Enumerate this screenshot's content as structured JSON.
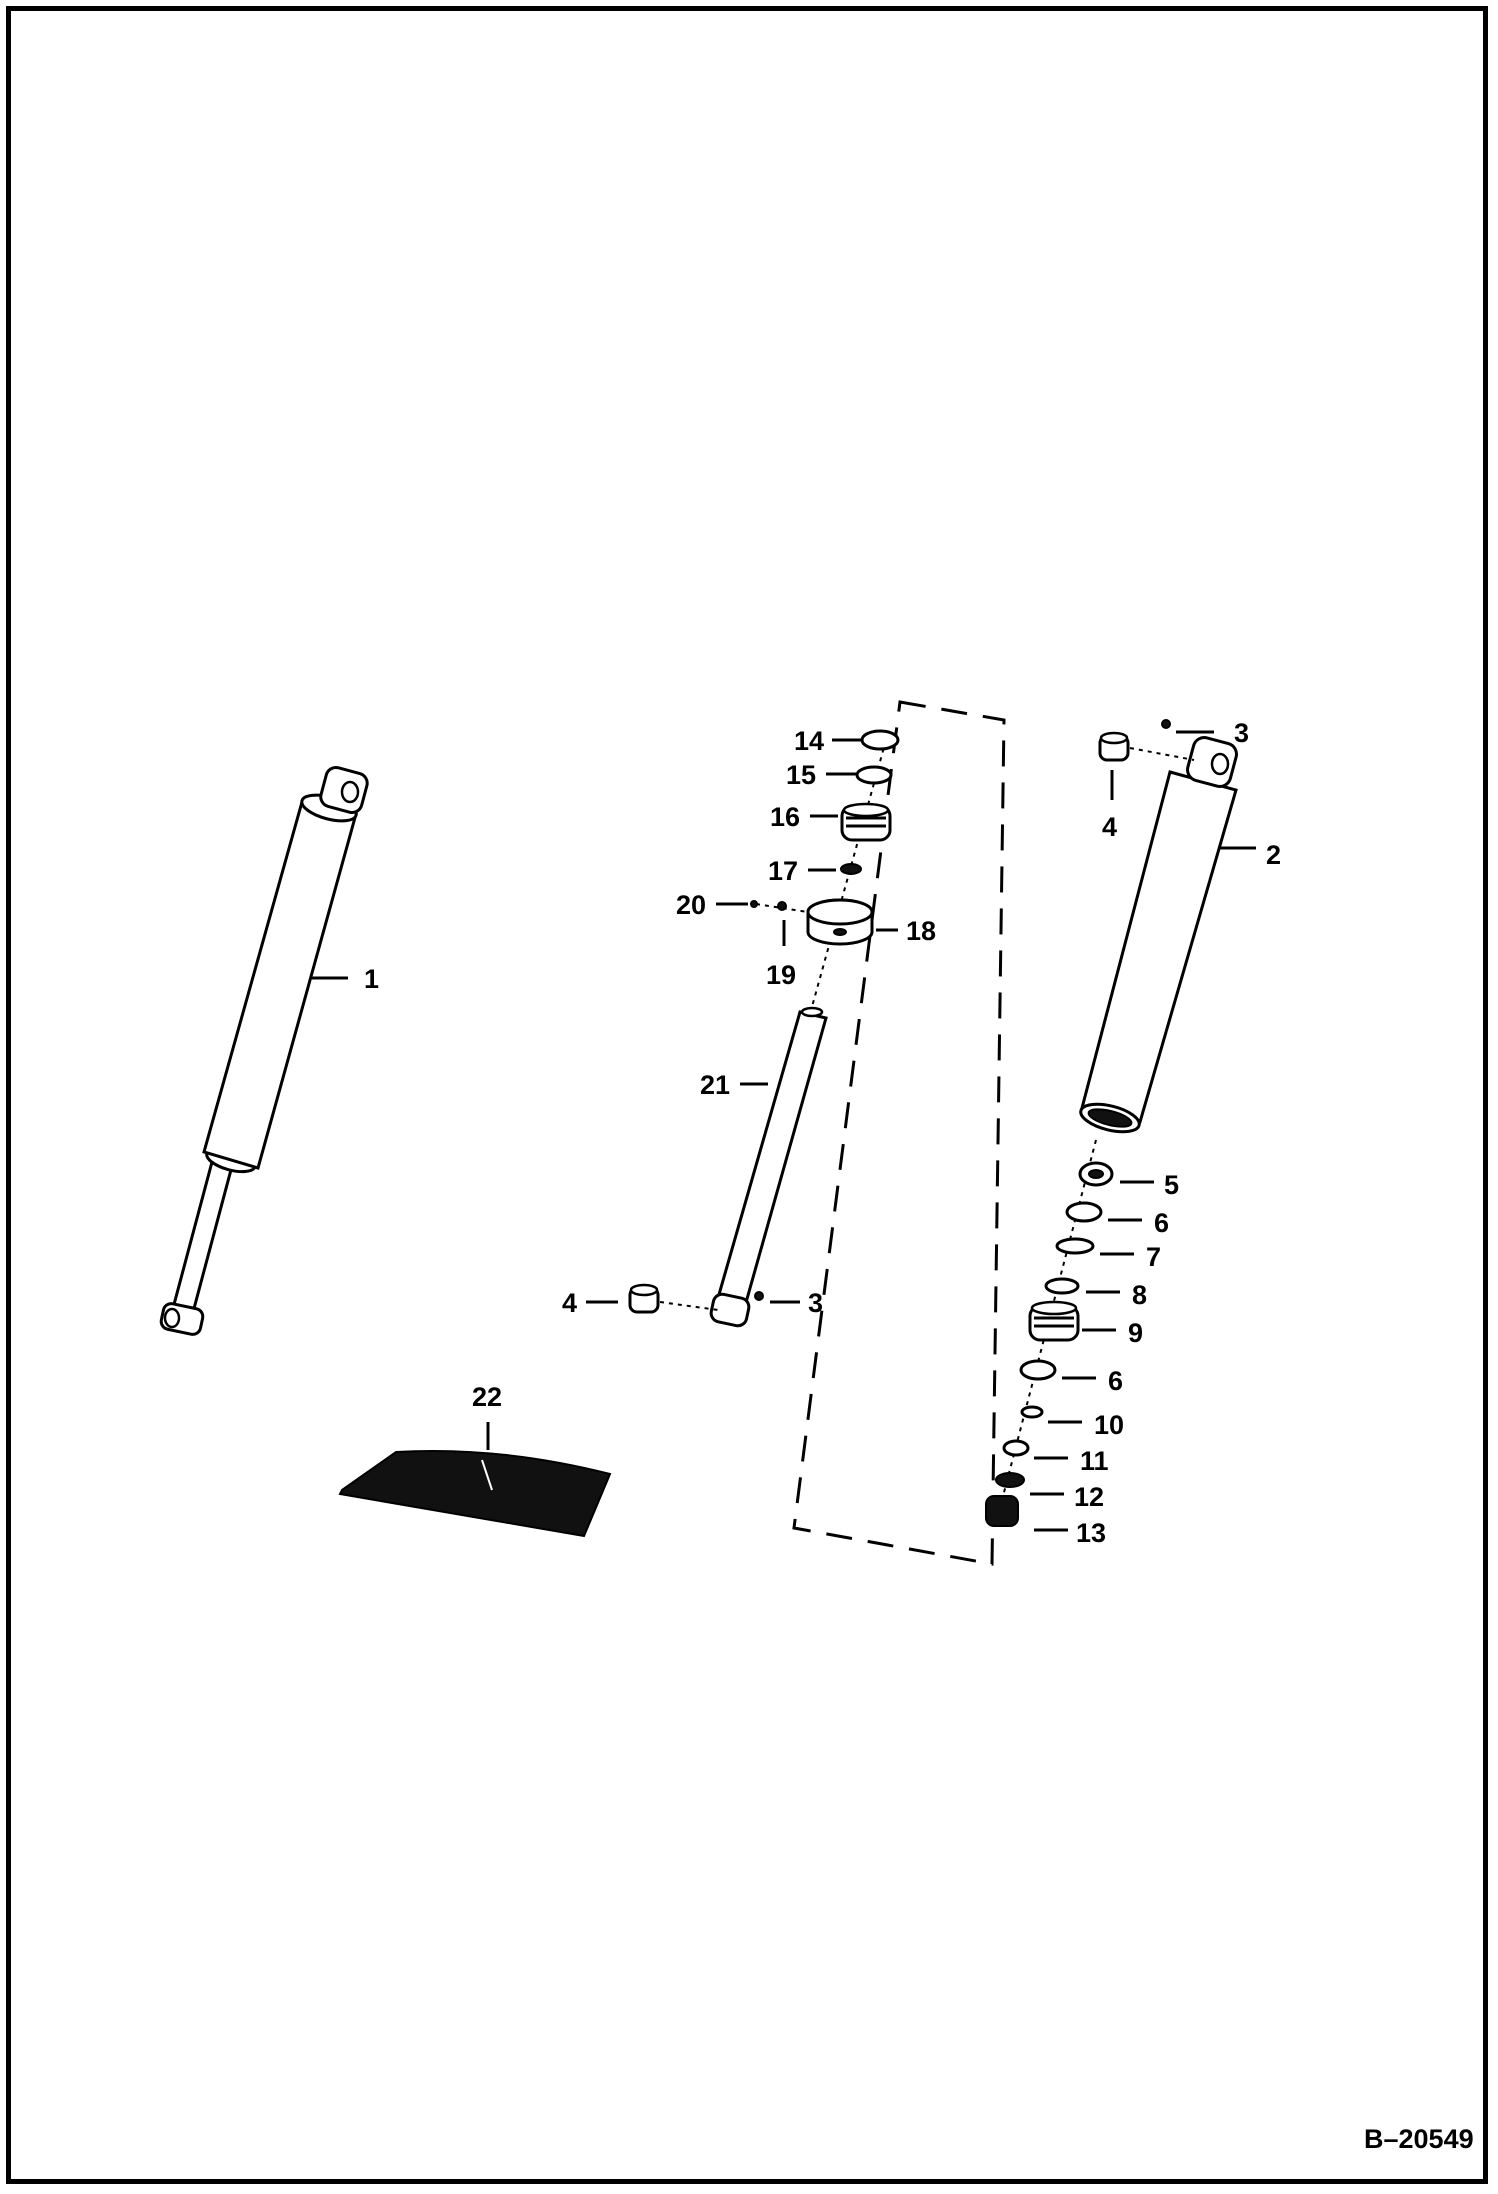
{
  "diagram": {
    "callouts": {
      "c1": "1",
      "c2": "2",
      "c3a": "3",
      "c3b": "3",
      "c4a": "4",
      "c4b": "4",
      "c5": "5",
      "c6a": "6",
      "c6b": "6",
      "c7": "7",
      "c8": "8",
      "c9": "9",
      "c10": "10",
      "c11": "11",
      "c12": "12",
      "c13": "13",
      "c14": "14",
      "c15": "15",
      "c16": "16",
      "c17": "17",
      "c18": "18",
      "c19": "19",
      "c20": "20",
      "c21": "21",
      "c22": "22"
    },
    "drawing_id": "B–20549"
  }
}
